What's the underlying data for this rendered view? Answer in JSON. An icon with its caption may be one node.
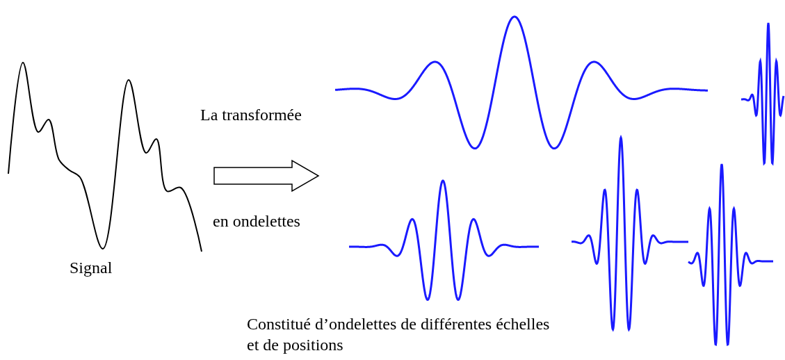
{
  "diagram": {
    "nodes": [
      {
        "text": [],
        "shape": "picture",
        "beside": [
          "Signal"
        ]
      },
      {
        "text": [],
        "shape": "picture"
      }
    ],
    "edges": [
      {
        "from": 0,
        "to": 1,
        "arrow": "to"
      }
    ],
    "labels": [
      "La transformée",
      "en ondelettes",
      "Constitué d’ondelettes de différentes échelles et de positions"
    ]
  }
}
